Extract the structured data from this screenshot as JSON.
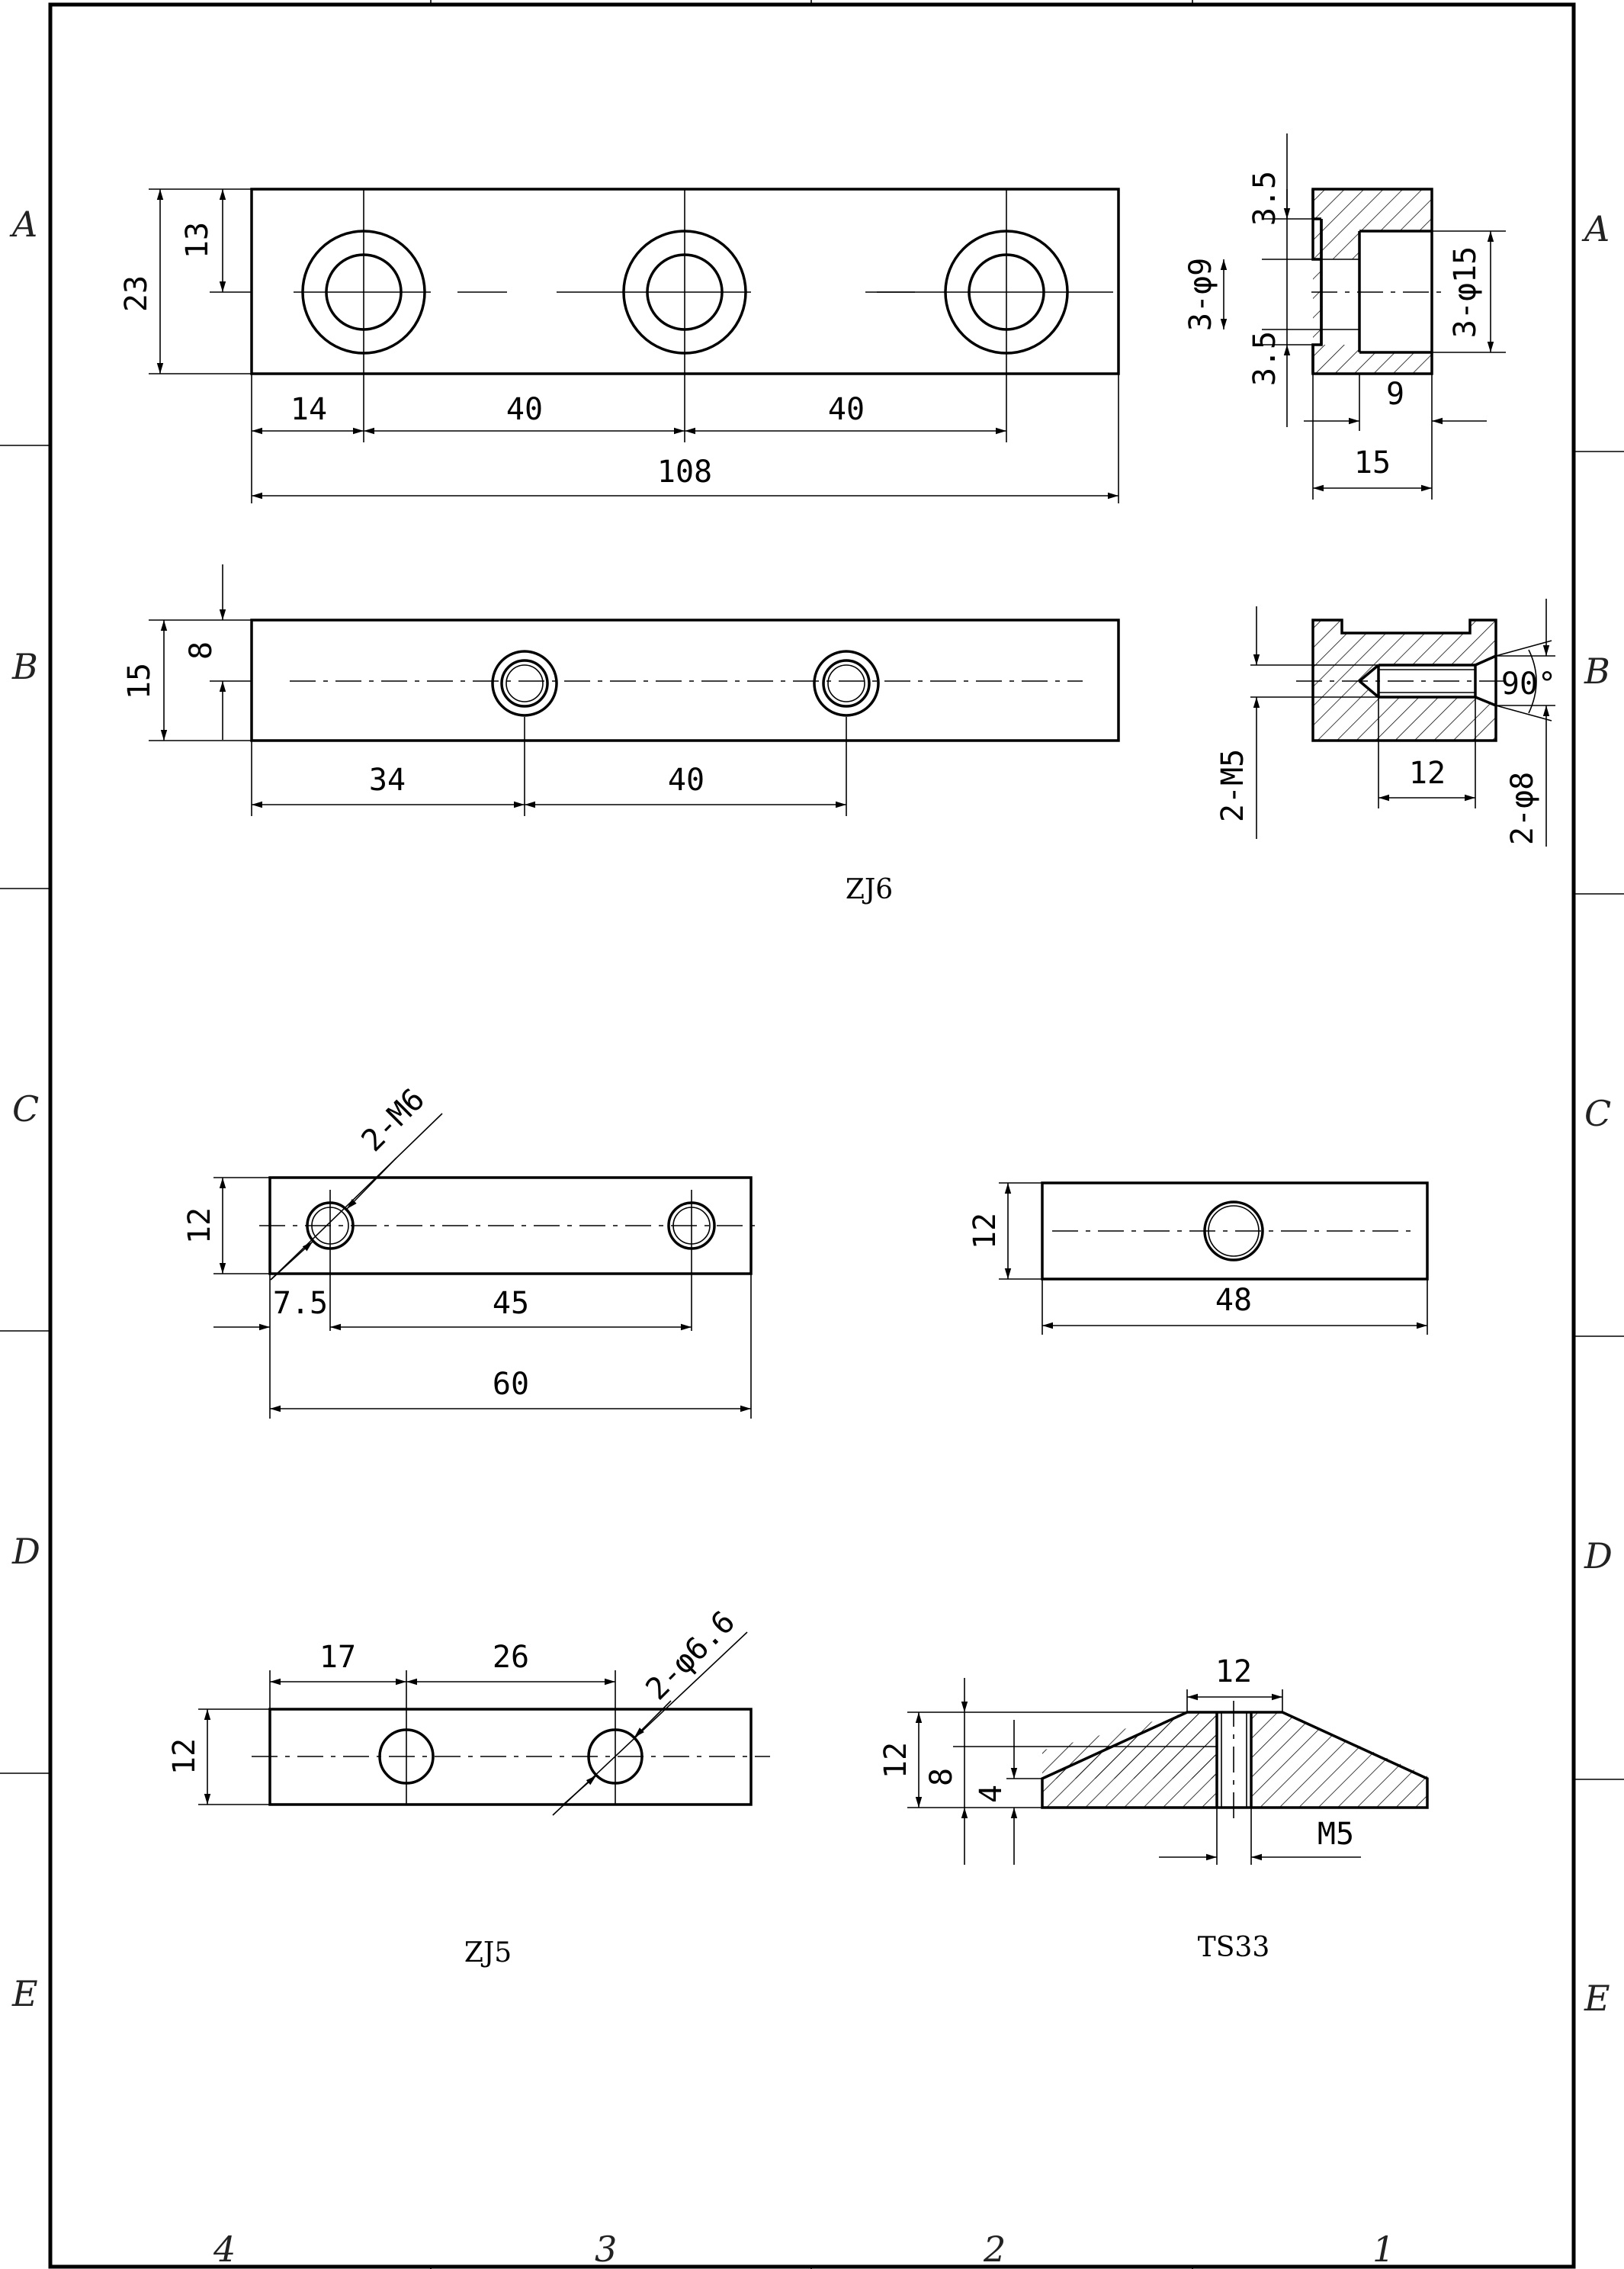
{
  "zones": {
    "rows": [
      "A",
      "B",
      "C",
      "D",
      "E"
    ],
    "cols": [
      "4",
      "3",
      "2",
      "1"
    ]
  },
  "part_labels": {
    "zj6": "ZJ6",
    "zj5": "ZJ5",
    "ts33": "TS33"
  },
  "zj6_top_view": {
    "overall_height": "23",
    "hole_center_height": "13",
    "first_hole_offset": "14",
    "hole_pitch_1": "40",
    "hole_pitch_2": "40",
    "overall_length": "108"
  },
  "zj6_section_a": {
    "step_top": "3.5",
    "step_bottom": "3.5",
    "through_hole": "3-φ9",
    "counterbore": "3-φ15",
    "counterbore_depth": "9",
    "width": "15"
  },
  "zj6_bottom_view": {
    "overall_height": "15",
    "hole_center_height": "8",
    "first_hole_offset": "34",
    "hole_pitch": "40"
  },
  "zj6_section_b": {
    "thread": "2-M5",
    "countersink_angle": "90°",
    "thread_depth": "12",
    "countersink_dia": "2-φ8"
  },
  "zj5_top_view": {
    "thread_callout": "2-M6",
    "height": "12",
    "first_hole_offset": "7.5",
    "hole_pitch": "45",
    "overall_length": "60"
  },
  "zj5_bottom_view": {
    "hole_callout": "2-φ6.6",
    "height": "12",
    "first_hole_offset": "17",
    "hole_pitch": "26"
  },
  "ts33_top_view": {
    "height": "12",
    "length": "48"
  },
  "ts33_section": {
    "top_width": "12",
    "overall_height": "12",
    "bevel_height": "8",
    "base_height": "4",
    "thread": "M5"
  }
}
